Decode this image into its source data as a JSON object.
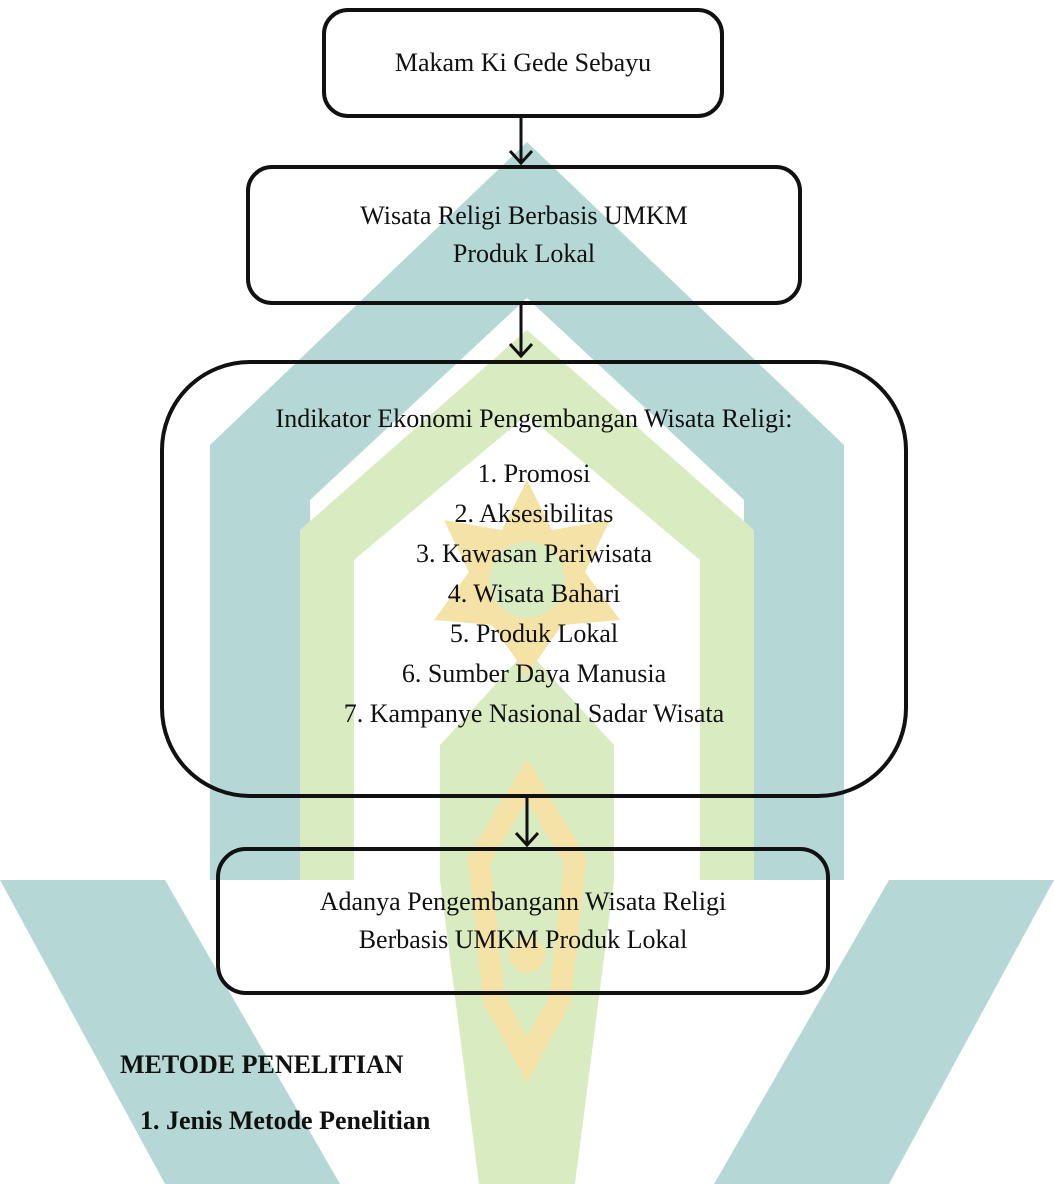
{
  "flowchart": {
    "box1": {
      "text": "Makam Ki Gede Sebayu"
    },
    "box2": {
      "line1": "Wisata Religi Berbasis UMKM",
      "line2": "Produk Lokal"
    },
    "box3": {
      "title": "Indikator Ekonomi Pengembangan Wisata Religi:",
      "items": [
        "1.  Promosi",
        "2.  Aksesibilitas",
        "3.  Kawasan Pariwisata",
        "4.  Wisata Bahari",
        "5.  Produk Lokal",
        "6.  Sumber Daya Manusia",
        "7.  Kampanye Nasional Sadar Wisata"
      ]
    },
    "box4": {
      "line1": "Adanya Pengembangann Wisata Religi",
      "line2": "Berbasis UMKM Produk Lokal"
    }
  },
  "document": {
    "section_heading": "METODE PENELITIAN",
    "subsection_heading": "1.  Jenis Metode Penelitian"
  },
  "colors": {
    "watermark_teal": "#b5d8d6",
    "watermark_light_green": "#d9ebc1",
    "watermark_gold": "#f5e2a6",
    "line": "#111111"
  }
}
